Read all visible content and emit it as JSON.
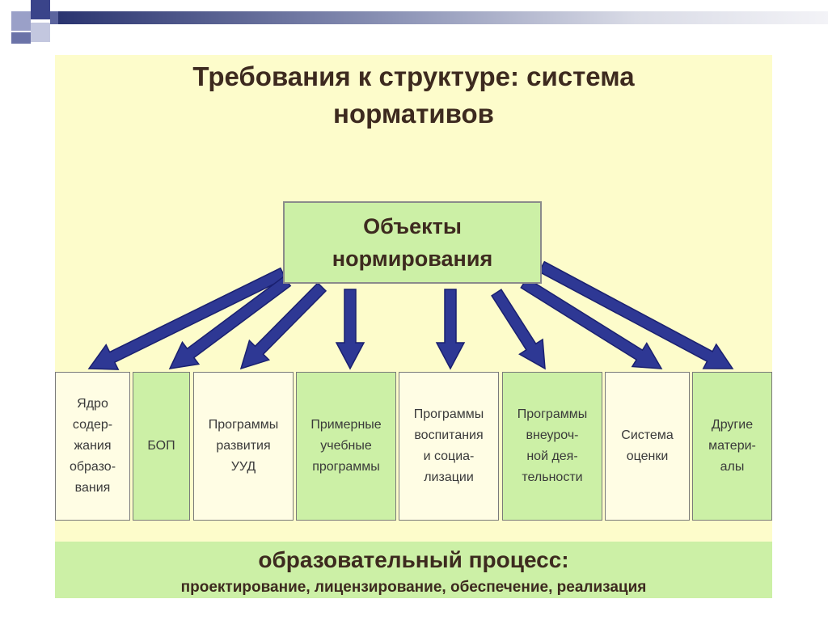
{
  "title_line1": "Требования к структуре: система",
  "title_line2": "нормативов",
  "center": {
    "line1": "Объекты",
    "line2": "нормирования"
  },
  "objects": [
    {
      "label": "Ядро\nсодер-\nжания\nобразо-\nвания",
      "color": "cream"
    },
    {
      "label": "БОП",
      "color": "green"
    },
    {
      "label": "Программы\nразвития\nУУД",
      "color": "cream"
    },
    {
      "label": "Примерные\nучебные\nпрограммы",
      "color": "green"
    },
    {
      "label": "Программы\nвоспитания\nи социа-\nлизации",
      "color": "cream"
    },
    {
      "label": "Программы\nвнеуроч-\nной дея-\nтельности",
      "color": "green"
    },
    {
      "label": "Система\nоценки",
      "color": "cream"
    },
    {
      "label": "Другие\nматери-\nалы",
      "color": "green"
    }
  ],
  "bottom": {
    "title": "образовательный процесс:",
    "subtitle": "проектирование, лицензирование, обеспечение, реализация"
  },
  "colors": {
    "panel_bg": "#fdfccb",
    "green_box": "#ccf0a6",
    "arrow_fill": "#2e3894",
    "text": "#3d2a1f"
  }
}
